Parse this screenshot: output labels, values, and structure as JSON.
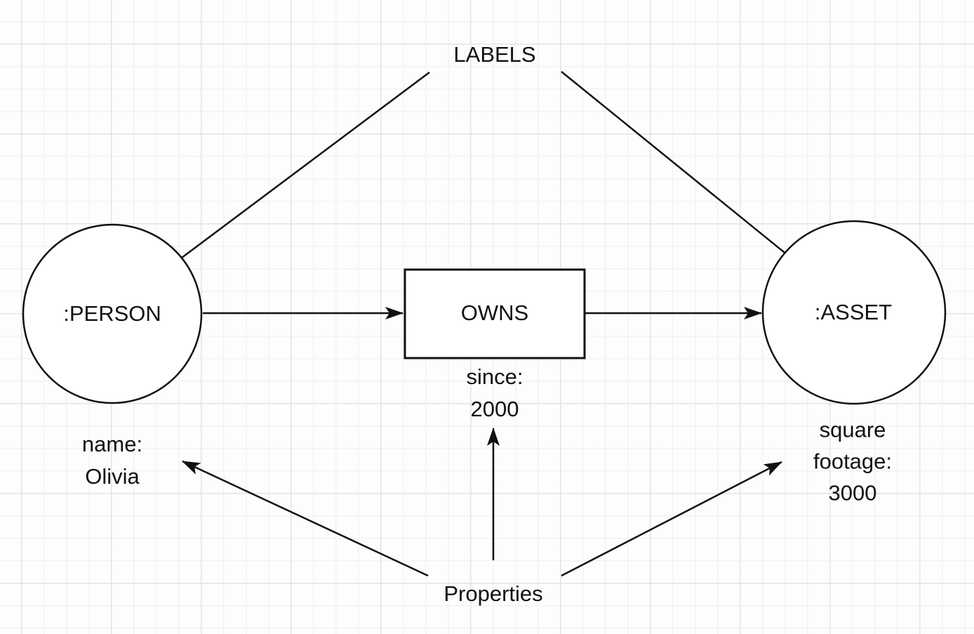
{
  "canvas": {
    "background": "#ffffff",
    "grid_minor_color": "#f3f3f3",
    "grid_major_color": "#e4e4e4",
    "stroke_color": "#000000",
    "text_color": "#111111"
  },
  "annotations": {
    "labels_title": "LABELS",
    "properties_title": "Properties"
  },
  "nodes": [
    {
      "id": "person",
      "shape": "circle",
      "label": ":PERSON",
      "property": "name:\nOlivia"
    },
    {
      "id": "asset",
      "shape": "circle",
      "label": ":ASSET",
      "property": "square\nfootage:\n3000"
    }
  ],
  "relationships": [
    {
      "id": "owns",
      "shape": "rectangle",
      "label": "OWNS",
      "property": "since:\n2000",
      "from": ":PERSON",
      "to": ":ASSET"
    }
  ]
}
